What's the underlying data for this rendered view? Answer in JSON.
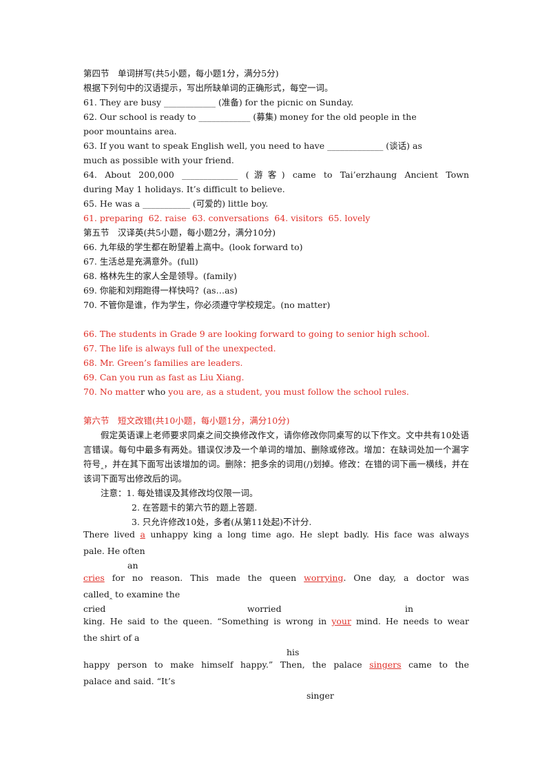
{
  "sec4": {
    "title": "第四节　单词拼写(共5小题，每小题1分，满分5分)",
    "instruction": "根据下列句中的汉语提示，写出所缺单词的正确形式，每空一词。",
    "q61": "61. They are busy ____________ (准备) for the picnic on Sunday.",
    "q62a": "62. Our school is ready to ____________ (募集) money for the old people in the",
    "q62b": "poor mountains area.",
    "q63a": "63. If you want to speak English well, you need to have _____________ (谈话) as",
    "q63b": "much as possible with your friend.",
    "q64a": "64. About 200,000 _____________ (游客) came to Tai’erzhaung Ancient Town",
    "q64b": "during May 1 holidays. It’s difficult to believe.",
    "q65": "65. He was a ___________ (可爱的) little boy.",
    "answers": "61. preparing  62. raise  63. conversations  64. visitors  65. lovely"
  },
  "sec5": {
    "title": "第五节　汉译英(共5小题，每小题2分，满分10分)",
    "q66": "66. 九年级的学生都在盼望着上高中。(look forward to)",
    "q67": "67. 生活总是充满意外。(full)",
    "q68": "68. 格林先生的家人全是领导。(family)",
    "q69": "69. 你能和刘翔跑得一样快吗？(as…as)",
    "q70": "70. 不管你是谁，作为学生，你必须遵守学校规定。(no matter)",
    "a66_red": "66. The stud",
    "a66_black": "ents in Grade 9 are looking forward to going to senior high school.",
    "a67": "67. The life is always full of the unexpected.",
    "a68": "68. Mr. Green’s families are leaders.",
    "a69": "69. Can you run as fast as Liu Xiang.",
    "a70_red1": "70. No matte",
    "a70_black": "r who",
    "a70_red2": " you are, as a student, you must follow the school rules."
  },
  "sec6": {
    "title_red": "第六节　短文改错",
    "title_black": "(共10小题，每小题1分，满分10分)",
    "para": "假定英语课上老师要求同桌之间交换修改作文，请你修改你同桌写的以下作文。文中共有10处语言错误。每句中最多有两处。错误仅涉及一个单词的增加、删除或修改。增加：在缺词处加一个漏字符号‸，并在其下面写出该增加的词。删除：把多余的词用(/)划掉。修改：在错的词下画一横线，并在该词下面写出修改后的词。",
    "note1": "注意：1. 每处错误及其修改均仅限一词。",
    "note2": "2. 在答题卡的第六节的题上答题.",
    "note3": "3. 只允许修改10处，多者(从第11处起)不计分.",
    "p1a_pre": "There lived ",
    "p1a_err": "a",
    "p1a_post": " unhappy king a long time ago. He slept badly. His face was always",
    "p1b": "pale. He often",
    "c1": "an",
    "p2a_err1": "cries",
    "p2a_mid": " for no reason. This made the queen ",
    "p2a_err2": "worrying",
    "p2a_post": ". One day, a doctor was",
    "p2b": "called‸ to examine the",
    "c2a": "cried",
    "c2b": "worried",
    "c2c": "in",
    "p3a_pre": "king. He said to the queen. “Something is wrong in ",
    "p3a_err": "your",
    "p3a_post": " mind. He needs to wear",
    "p3b": "the shirt of a",
    "c3": "his",
    "p4a_pre": "happy person to make himself happy.”  Then, the palace ",
    "p4a_err": "singers",
    "p4a_post": " came to the",
    "p4b": "palace and said. “It’s",
    "c4": "singer"
  }
}
